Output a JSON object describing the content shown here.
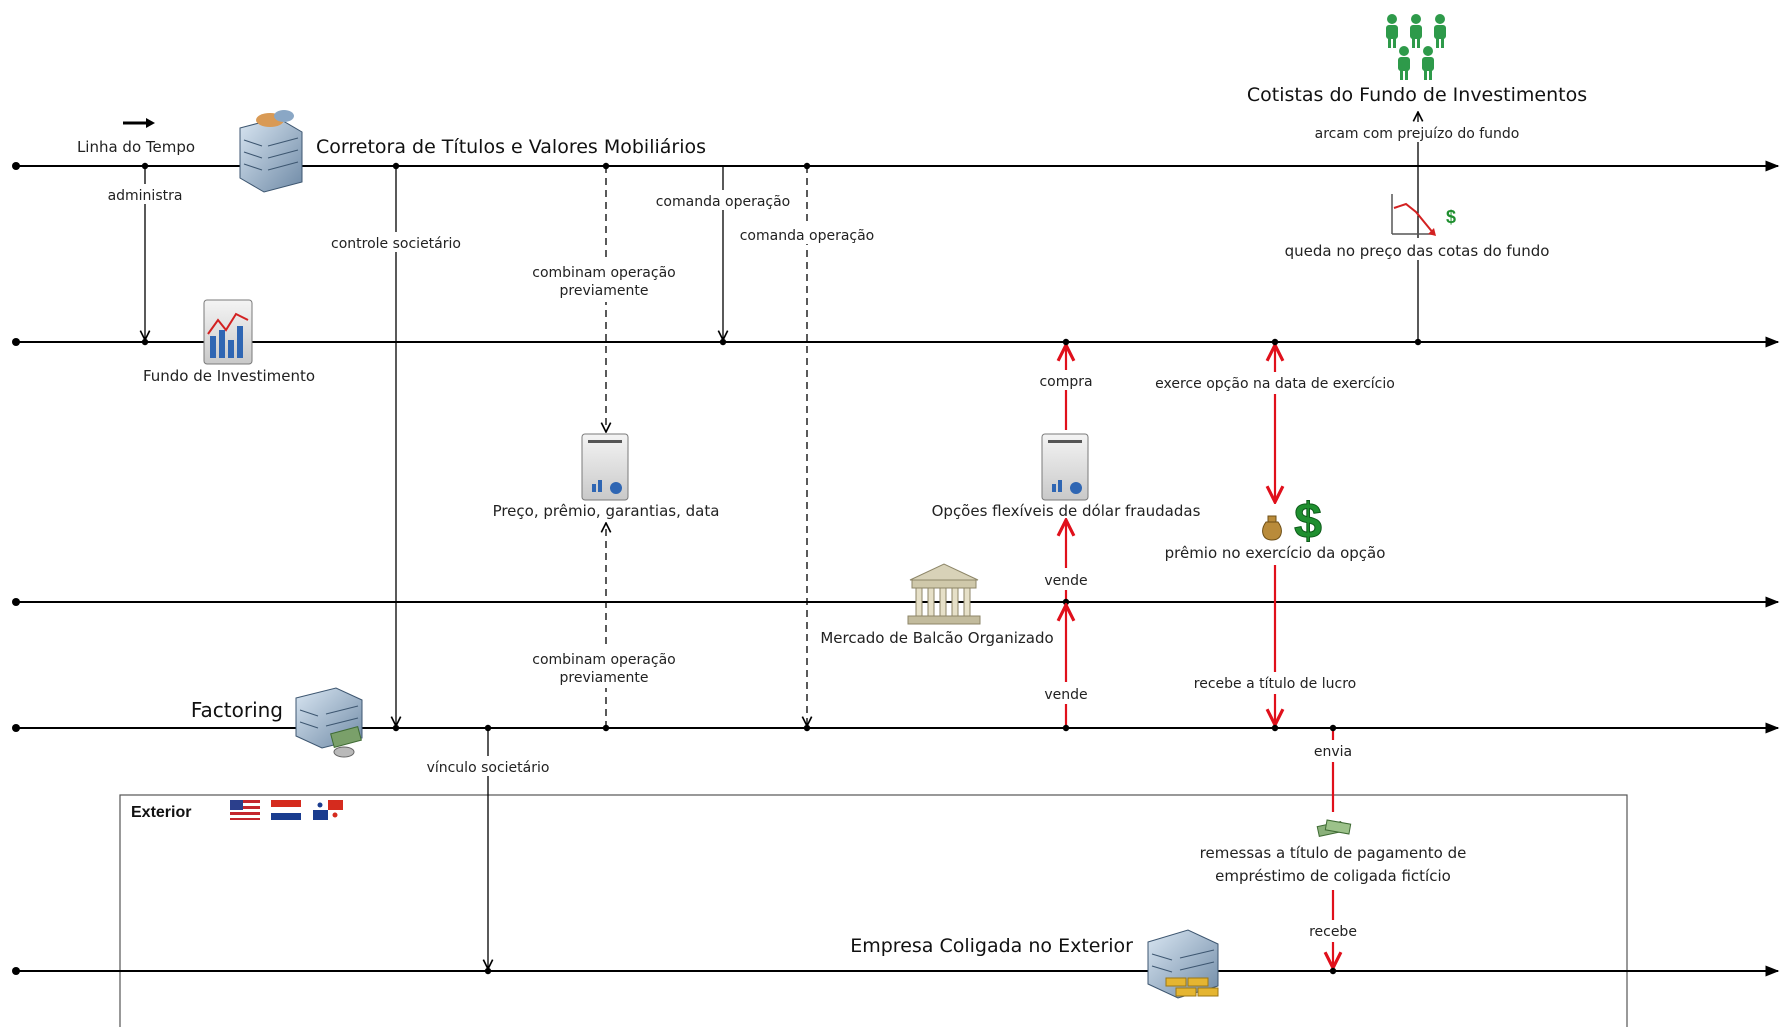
{
  "colors": {
    "line": "#000000",
    "accent_red": "#e0101b",
    "money_green": "#1f8f2f",
    "box_border": "#555555"
  },
  "legend": {
    "timeline_label": "Linha do Tempo"
  },
  "entities": {
    "corretora": "Corretora de Títulos e Valores Mobiliários",
    "fundo": "Fundo de Investimento",
    "mercado": "Mercado de Balcão Organizado",
    "factoring": "Factoring",
    "coligada": "Empresa Coligada no Exterior",
    "cotistas": "Cotistas do Fundo de Investimentos"
  },
  "region": {
    "exterior_label": "Exterior",
    "flags": [
      "usa-flag-icon",
      "paraguay-flag-icon",
      "panama-flag-icon"
    ]
  },
  "documents": {
    "preco": "Preço, prêmio, garantias, data",
    "opcoes": "Opções flexíveis de dólar fraudadas"
  },
  "edges": {
    "administra": "administra",
    "controle": "controle societário",
    "combinam_top_l1": "combinam operação",
    "combinam_top_l2": "previamente",
    "comanda1": "comanda operação",
    "comanda2": "comanda operação",
    "combinam_bot_l1": "combinam operação",
    "combinam_bot_l2": "previamente",
    "vinculo": "vínculo societário",
    "compra": "compra",
    "vende1": "vende",
    "vende2": "vende",
    "exerce": "exerce opção na data de exercício",
    "premio": "prêmio no exercício da opção",
    "recebe_lucro": "recebe a título de lucro",
    "envia": "envia",
    "remessas_l1": "remessas a título de pagamento de",
    "remessas_l2": "empréstimo de coligada fictício",
    "recebe": "recebe",
    "queda": "queda no preço das cotas do fundo",
    "arcam": "arcam com prejuízo do fundo"
  },
  "icons": {
    "money_symbol": "$",
    "small_money_symbol": "$",
    "timeline_arrow": "arrow-right-icon",
    "corretora": "building-handshake-icon",
    "fundo": "chart-document-icon",
    "mercado": "exchange-building-icon",
    "factoring": "building-money-icon",
    "coligada": "building-gold-icon",
    "cotistas": "people-group-icon",
    "queda": "falling-chart-icon",
    "premio": "money-bag-icon",
    "remessas": "banknotes-icon"
  }
}
